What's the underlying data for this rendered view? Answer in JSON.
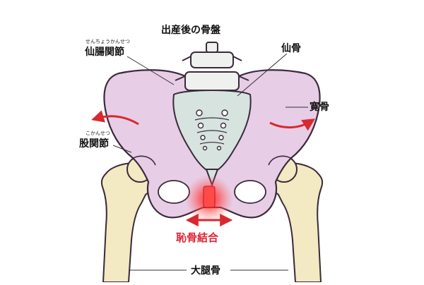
{
  "diagram": {
    "title": "出産後の骨盤",
    "labels": {
      "sacroiliac_joint": {
        "ruby": "せんちょうかんせつ",
        "text": "仙腸関節"
      },
      "sacrum": {
        "text": "仙骨"
      },
      "ilium": {
        "text": "寛骨"
      },
      "hip_joint": {
        "ruby": "こかんせつ",
        "text": "股関節"
      },
      "pubic_symphysis": {
        "text": "恥骨結合"
      },
      "femur": {
        "text": "大腿骨"
      }
    },
    "colors": {
      "pelvis": "#e7cde6",
      "pelvis_outline": "#3a2a3a",
      "sacrum": "#d6e3de",
      "femur": "#f3e9c2",
      "arrow": "#d9282f",
      "highlight": "#ff2b2b",
      "symphysis_label": "#e02434"
    }
  }
}
